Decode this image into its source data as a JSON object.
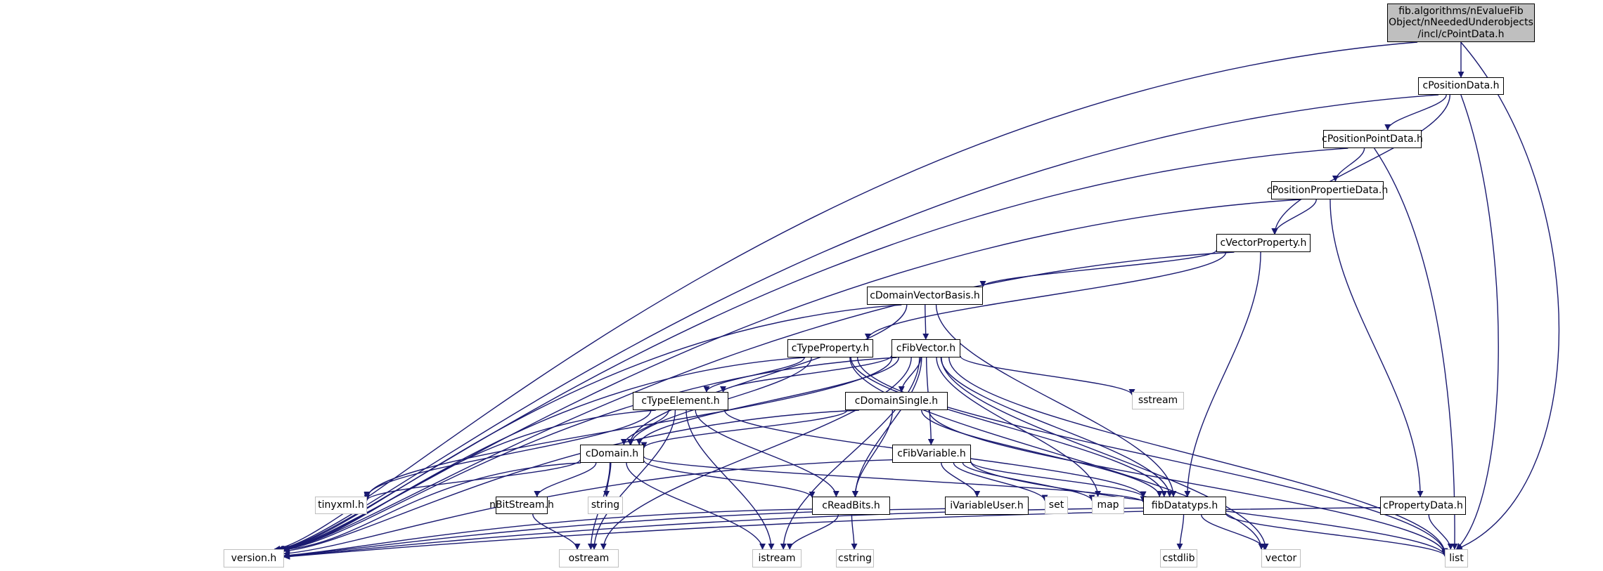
{
  "diagram": {
    "type": "include-dependency-graph",
    "edge_color": "#191970",
    "root_fill": "#bfbfbf",
    "node_border": "#000000",
    "external_border": "#bfbfbf",
    "root": {
      "id": "root",
      "label_lines": [
        "fib.algorithms/nEvalueFib",
        "Object/nNeededUnderobjects",
        "/incl/cPointData.h"
      ]
    },
    "nodes": [
      {
        "id": "cPositionData",
        "label": "cPositionData.h",
        "external": false
      },
      {
        "id": "cPositionPointData",
        "label": "cPositionPointData.h",
        "external": false
      },
      {
        "id": "cPositionPropertieData",
        "label": "cPositionPropertieData.h",
        "external": false
      },
      {
        "id": "cVectorProperty",
        "label": "cVectorProperty.h",
        "external": false
      },
      {
        "id": "cDomainVectorBasis",
        "label": "cDomainVectorBasis.h",
        "external": false
      },
      {
        "id": "cTypeProperty",
        "label": "cTypeProperty.h",
        "external": false
      },
      {
        "id": "cFibVector",
        "label": "cFibVector.h",
        "external": false
      },
      {
        "id": "cTypeElement",
        "label": "cTypeElement.h",
        "external": false
      },
      {
        "id": "cDomainSingle",
        "label": "cDomainSingle.h",
        "external": false
      },
      {
        "id": "sstream",
        "label": "sstream",
        "external": true
      },
      {
        "id": "cDomain",
        "label": "cDomain.h",
        "external": false
      },
      {
        "id": "cFibVariable",
        "label": "cFibVariable.h",
        "external": false
      },
      {
        "id": "tinyxml",
        "label": "tinyxml.h",
        "external": true
      },
      {
        "id": "nBitStream",
        "label": "nBitStream.h",
        "external": false
      },
      {
        "id": "string",
        "label": "string",
        "external": true
      },
      {
        "id": "cReadBits",
        "label": "cReadBits.h",
        "external": false
      },
      {
        "id": "iVariableUser",
        "label": "iVariableUser.h",
        "external": false
      },
      {
        "id": "set",
        "label": "set",
        "external": true
      },
      {
        "id": "map",
        "label": "map",
        "external": true
      },
      {
        "id": "fibDatatyps",
        "label": "fibDatatyps.h",
        "external": false
      },
      {
        "id": "cPropertyData",
        "label": "cPropertyData.h",
        "external": false
      },
      {
        "id": "version",
        "label": "version.h",
        "external": true
      },
      {
        "id": "ostream",
        "label": "ostream",
        "external": true
      },
      {
        "id": "istream",
        "label": "istream",
        "external": true
      },
      {
        "id": "cstring",
        "label": "cstring",
        "external": true
      },
      {
        "id": "cstdlib",
        "label": "cstdlib",
        "external": true
      },
      {
        "id": "vector",
        "label": "vector",
        "external": true
      },
      {
        "id": "list",
        "label": "list",
        "external": true
      }
    ],
    "edges": [
      [
        "root",
        "cPositionData"
      ],
      [
        "root",
        "version"
      ],
      [
        "root",
        "list"
      ],
      [
        "cPositionData",
        "cPositionPointData"
      ],
      [
        "cPositionData",
        "cVectorProperty"
      ],
      [
        "cPositionData",
        "version"
      ],
      [
        "cPositionData",
        "list"
      ],
      [
        "cPositionPointData",
        "cPositionPropertieData"
      ],
      [
        "cPositionPointData",
        "version"
      ],
      [
        "cPositionPointData",
        "list"
      ],
      [
        "cPositionPropertieData",
        "cVectorProperty"
      ],
      [
        "cPositionPropertieData",
        "cPropertyData"
      ],
      [
        "cPositionPropertieData",
        "version"
      ],
      [
        "cVectorProperty",
        "cDomainVectorBasis"
      ],
      [
        "cVectorProperty",
        "cTypeProperty"
      ],
      [
        "cVectorProperty",
        "fibDatatyps"
      ],
      [
        "cVectorProperty",
        "version"
      ],
      [
        "cDomainVectorBasis",
        "cFibVector"
      ],
      [
        "cDomainVectorBasis",
        "cDomain"
      ],
      [
        "cDomainVectorBasis",
        "fibDatatyps"
      ],
      [
        "cDomainVectorBasis",
        "version"
      ],
      [
        "cTypeProperty",
        "cTypeElement"
      ],
      [
        "cTypeProperty",
        "cDomain"
      ],
      [
        "cTypeProperty",
        "fibDatatyps"
      ],
      [
        "cTypeProperty",
        "version"
      ],
      [
        "cTypeProperty",
        "list"
      ],
      [
        "cTypeProperty",
        "vector"
      ],
      [
        "cFibVector",
        "cTypeElement"
      ],
      [
        "cFibVector",
        "cDomain"
      ],
      [
        "cFibVector",
        "cDomainSingle"
      ],
      [
        "cFibVector",
        "cFibVariable"
      ],
      [
        "cFibVector",
        "sstream"
      ],
      [
        "cFibVector",
        "tinyxml"
      ],
      [
        "cFibVector",
        "cReadBits"
      ],
      [
        "cFibVector",
        "fibDatatyps"
      ],
      [
        "cFibVector",
        "map"
      ],
      [
        "cFibVector",
        "version"
      ],
      [
        "cFibVector",
        "ostream"
      ],
      [
        "cFibVector",
        "istream"
      ],
      [
        "cFibVector",
        "vector"
      ],
      [
        "cFibVector",
        "list"
      ],
      [
        "cTypeElement",
        "cDomain"
      ],
      [
        "cTypeElement",
        "tinyxml"
      ],
      [
        "cTypeElement",
        "cReadBits"
      ],
      [
        "cTypeElement",
        "fibDatatyps"
      ],
      [
        "cTypeElement",
        "version"
      ],
      [
        "cTypeElement",
        "ostream"
      ],
      [
        "cTypeElement",
        "istream"
      ],
      [
        "cDomainSingle",
        "cDomain"
      ],
      [
        "cDomainSingle",
        "cReadBits"
      ],
      [
        "cDomainSingle",
        "fibDatatyps"
      ],
      [
        "cDomainSingle",
        "version"
      ],
      [
        "cDomainSingle",
        "list"
      ],
      [
        "cDomain",
        "tinyxml"
      ],
      [
        "cDomain",
        "nBitStream"
      ],
      [
        "cDomain",
        "string"
      ],
      [
        "cDomain",
        "cReadBits"
      ],
      [
        "cDomain",
        "fibDatatyps"
      ],
      [
        "cDomain",
        "version"
      ],
      [
        "cDomain",
        "ostream"
      ],
      [
        "cDomain",
        "istream"
      ],
      [
        "cFibVariable",
        "iVariableUser"
      ],
      [
        "cFibVariable",
        "set"
      ],
      [
        "cFibVariable",
        "map"
      ],
      [
        "cFibVariable",
        "fibDatatyps"
      ],
      [
        "cFibVariable",
        "version"
      ],
      [
        "cFibVariable",
        "list"
      ],
      [
        "nBitStream",
        "ostream"
      ],
      [
        "cReadBits",
        "istream"
      ],
      [
        "cReadBits",
        "cstring"
      ],
      [
        "cReadBits",
        "version"
      ],
      [
        "iVariableUser",
        "version"
      ],
      [
        "fibDatatyps",
        "cstdlib"
      ],
      [
        "fibDatatyps",
        "vector"
      ],
      [
        "fibDatatyps",
        "list"
      ],
      [
        "fibDatatyps",
        "version"
      ],
      [
        "cPropertyData",
        "list"
      ],
      [
        "cPropertyData",
        "version"
      ]
    ]
  }
}
